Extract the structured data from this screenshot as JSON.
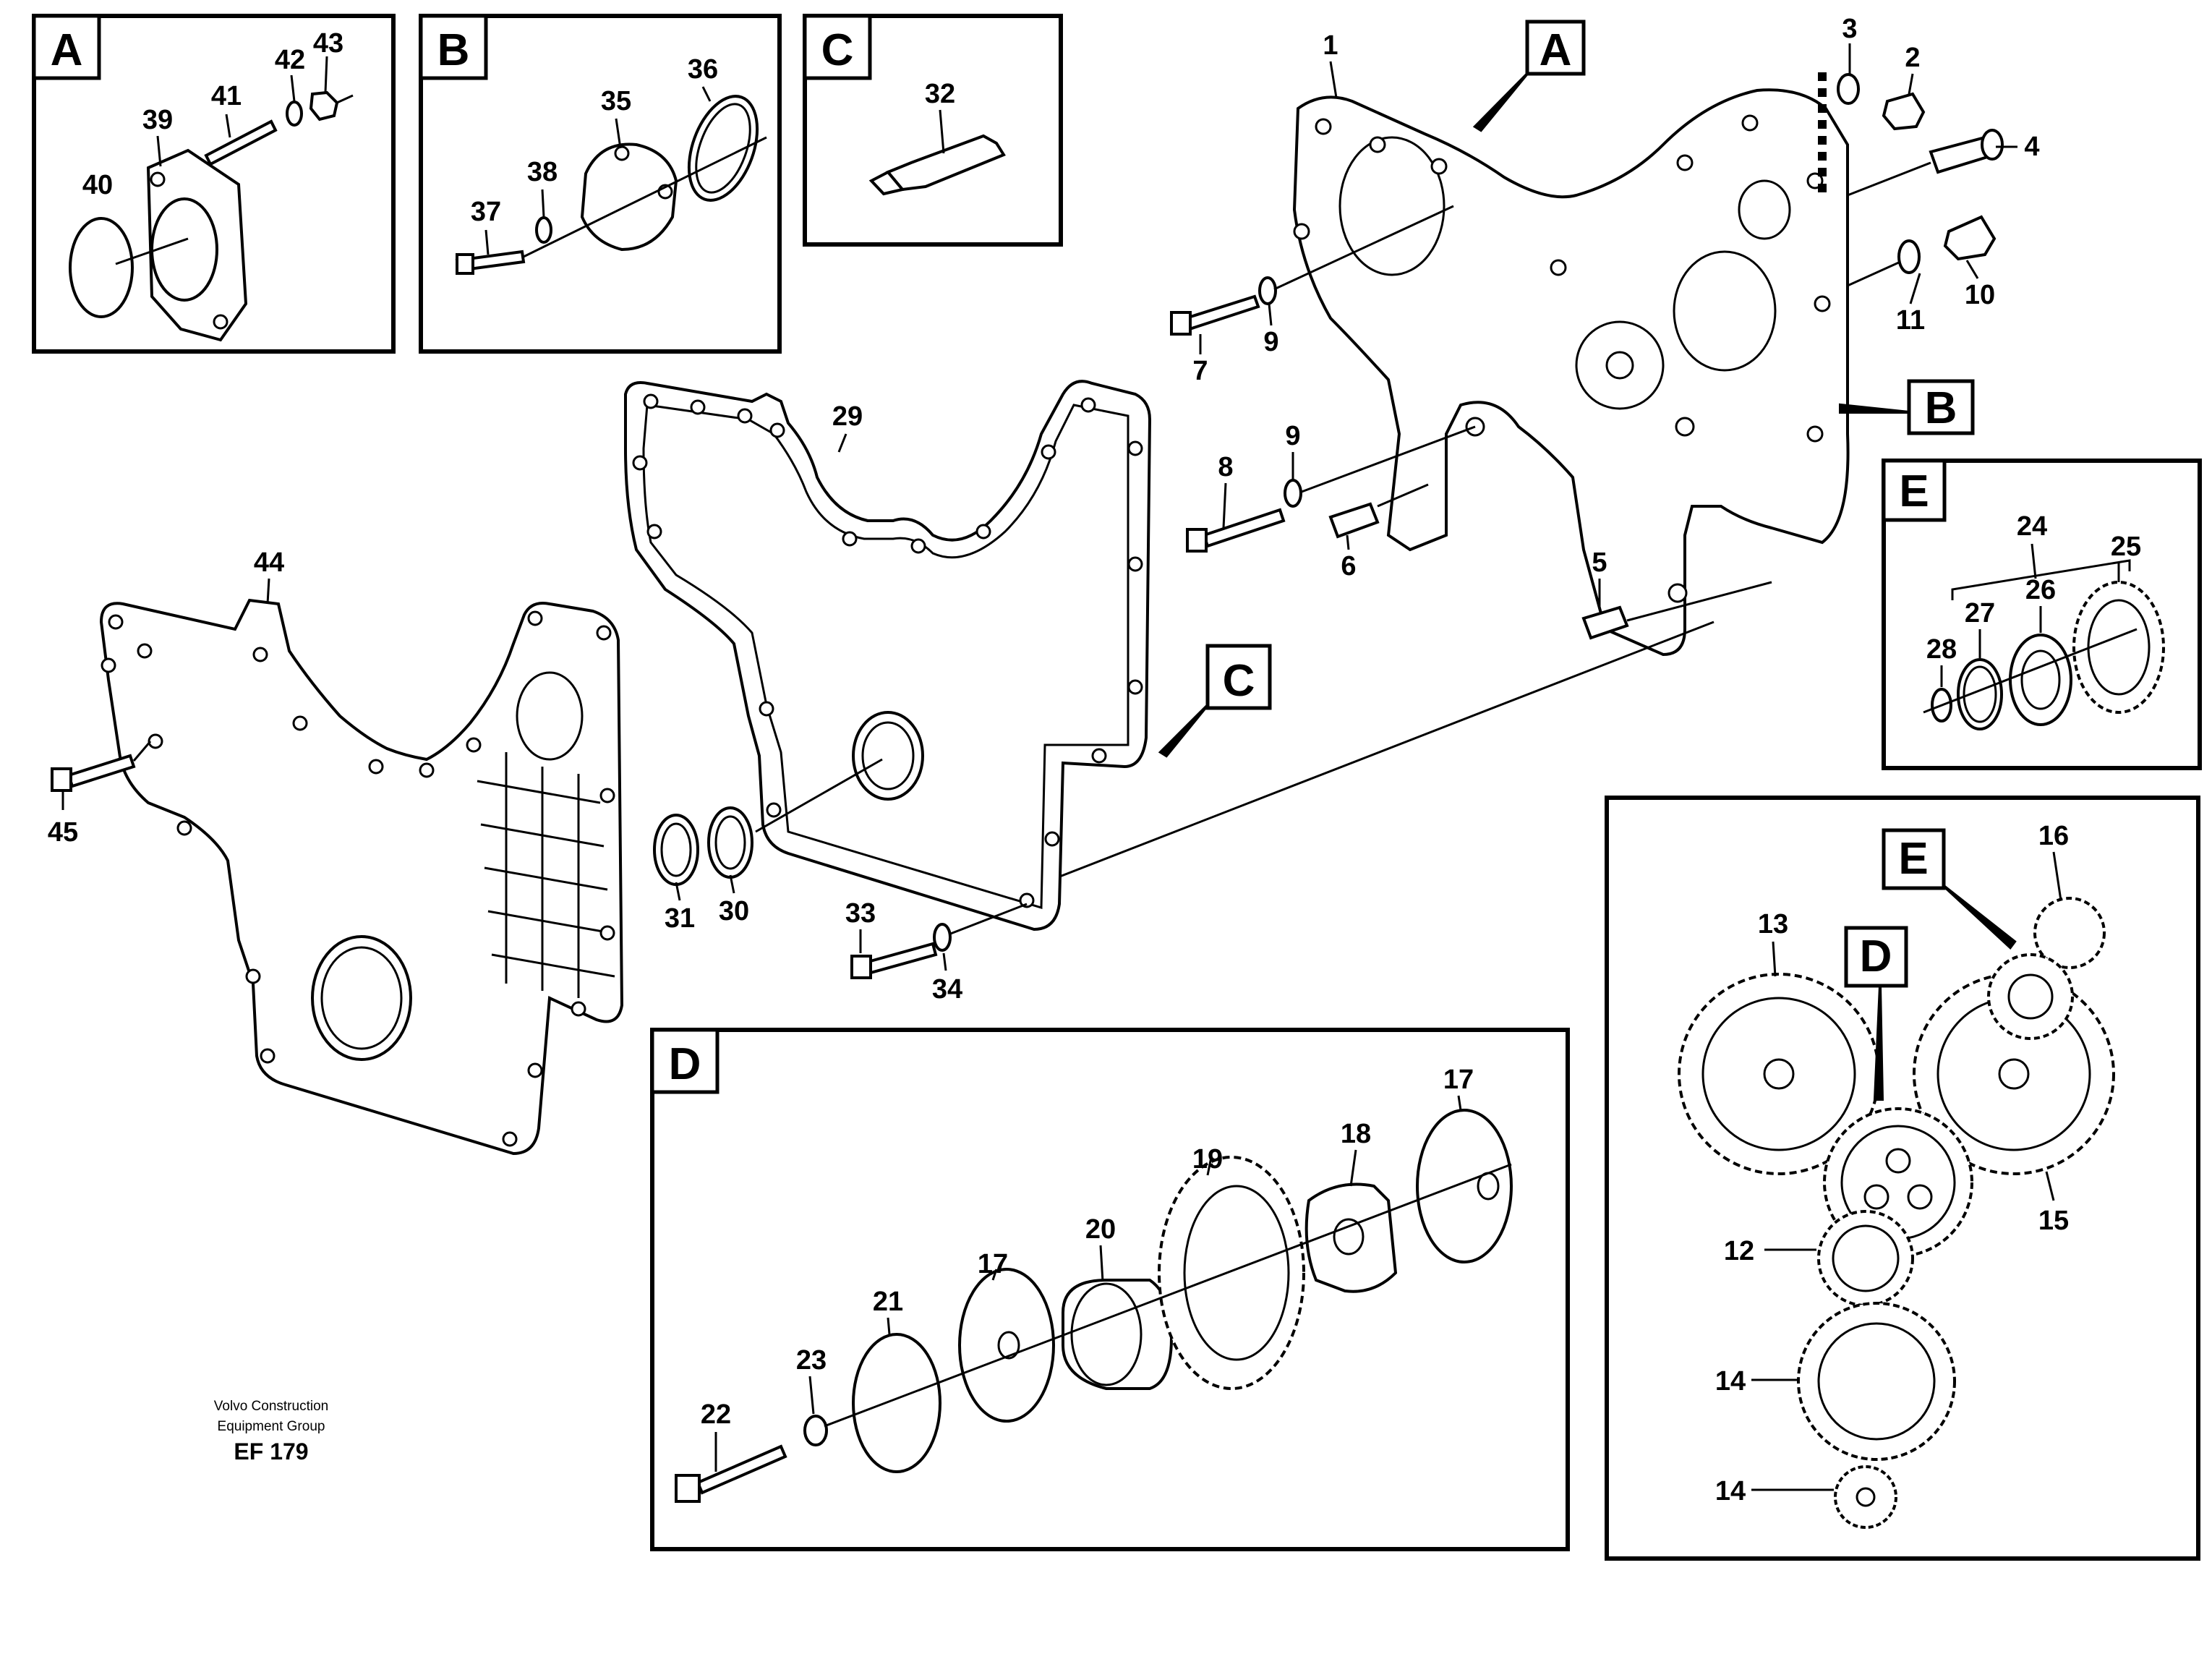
{
  "callouts": {
    "n1": "1",
    "n2": "2",
    "n3": "3",
    "n4": "4",
    "n5": "5",
    "n6": "6",
    "n7": "7",
    "n8": "8",
    "n9a": "9",
    "n9b": "9",
    "n10": "10",
    "n11": "11",
    "n12": "12",
    "n13": "13",
    "n14a": "14",
    "n14b": "14",
    "n15": "15",
    "n16": "16",
    "n17a": "17",
    "n17b": "17",
    "n18": "18",
    "n19": "19",
    "n20": "20",
    "n21": "21",
    "n22": "22",
    "n23": "23",
    "n24": "24",
    "n25": "25",
    "n26": "26",
    "n27": "27",
    "n28": "28",
    "n29": "29",
    "n30": "30",
    "n31": "31",
    "n32": "32",
    "n33": "33",
    "n34": "34",
    "n35": "35",
    "n36": "36",
    "n37": "37",
    "n38": "38",
    "n39": "39",
    "n40": "40",
    "n41": "41",
    "n42": "42",
    "n43": "43",
    "n44": "44",
    "n45": "45"
  },
  "detail_tags": {
    "box_a": "A",
    "box_b": "B",
    "box_c": "C",
    "box_d": "D",
    "box_e": "E",
    "ref_a": "A",
    "ref_b": "B",
    "ref_c": "C",
    "ref_d": "D",
    "ref_e": "E"
  },
  "footer": {
    "line1": "Volvo Construction",
    "line2": "Equipment Group",
    "code": "EF 179"
  }
}
